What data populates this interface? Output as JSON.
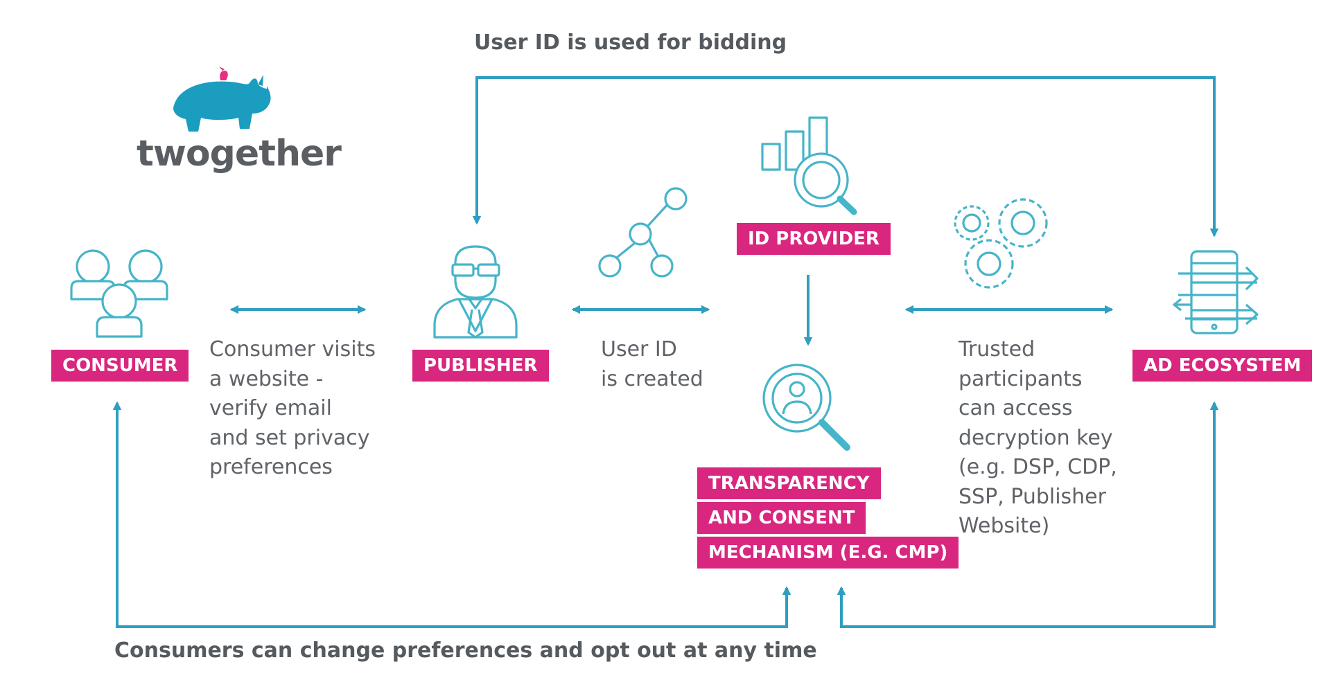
{
  "brand": {
    "name": "twogether",
    "icon": "rhino-icon"
  },
  "headings": {
    "top": "User ID is used for bidding",
    "bottom": "Consumers can change preferences and opt out at any time"
  },
  "nodes": {
    "consumer": {
      "label": "CONSUMER",
      "icon": "users-icon"
    },
    "publisher": {
      "label": "PUBLISHER",
      "icon": "businessman-icon"
    },
    "id_provider": {
      "label": "ID PROVIDER",
      "icon": "chart-magnifier-icon"
    },
    "tcm": {
      "label_lines": [
        "TRANSPARENCY",
        "AND CONSENT",
        "MECHANISM (E.G. CMP)"
      ],
      "icon": "user-search-icon"
    },
    "ad_ecosystem": {
      "label": "AD ECOSYSTEM",
      "icon": "mobile-data-icon"
    }
  },
  "descriptions": {
    "consumer_publisher": [
      "Consumer visits",
      "a website -",
      "verify email",
      "and set privacy",
      "preferences"
    ],
    "publisher_idprovider": [
      "User ID",
      "is created"
    ],
    "idprovider_ad": [
      "Trusted",
      "participants",
      "can access",
      "decryption key",
      "(e.g. DSP, CDP,",
      "SSP, Publisher",
      "Website)"
    ]
  },
  "extra_icons": {
    "network": "network-icon",
    "gears": "gears-icon"
  },
  "colors": {
    "accent": "#2e9fc0",
    "label_bg": "#d9267f",
    "text": "#5f6368",
    "logo": "#1a9dbf",
    "bird": "#e8307f"
  }
}
